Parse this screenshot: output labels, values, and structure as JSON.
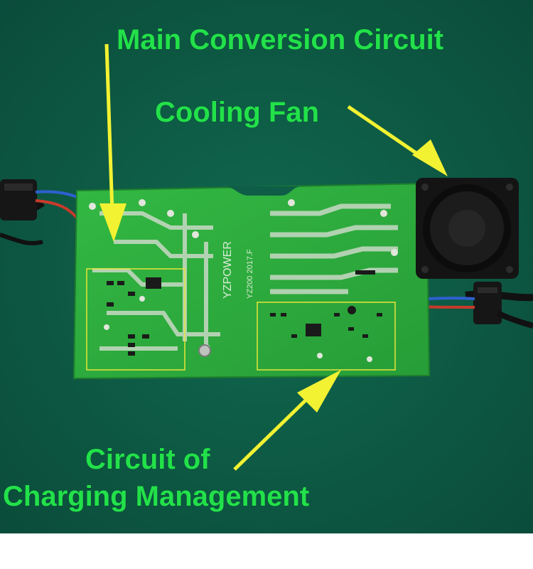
{
  "labels": {
    "main_conversion": "Main Conversion Circuit",
    "cooling_fan": "Cooling Fan",
    "charging_line1": "Circuit of",
    "charging_line2": "Charging Management"
  },
  "board_silkscreen": {
    "brand": "YZPOWER",
    "model": "YZ200 2017.F"
  },
  "colors": {
    "background": "#0d5a45",
    "pcb": "#2cae3c",
    "label_text": "#22e14a",
    "arrow": "#f2f232",
    "box_outline": "#e8e63a"
  }
}
